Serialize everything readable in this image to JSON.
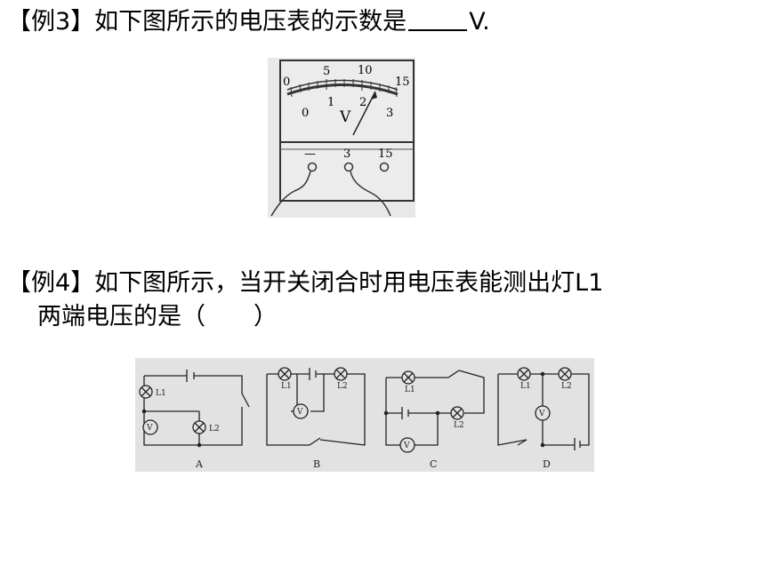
{
  "example3": {
    "prefix": "【例3】如下图所示的电压表的示数是",
    "suffix": "V."
  },
  "meter": {
    "top_scale": [
      "0",
      "5",
      "10",
      "15"
    ],
    "bottom_scale": [
      "0",
      "1",
      "2",
      "3"
    ],
    "unit": "V",
    "terminals": [
      "—",
      "3",
      "15"
    ]
  },
  "example4": {
    "line1": "【例4】如下图所示，当开关闭合时用电压表能测出灯L1",
    "line2": "两端电压的是（　　）"
  },
  "circuits": {
    "lamp1": "L1",
    "lamp2": "L2",
    "voltmeter": "V",
    "options": [
      "A",
      "B",
      "C",
      "D"
    ]
  }
}
